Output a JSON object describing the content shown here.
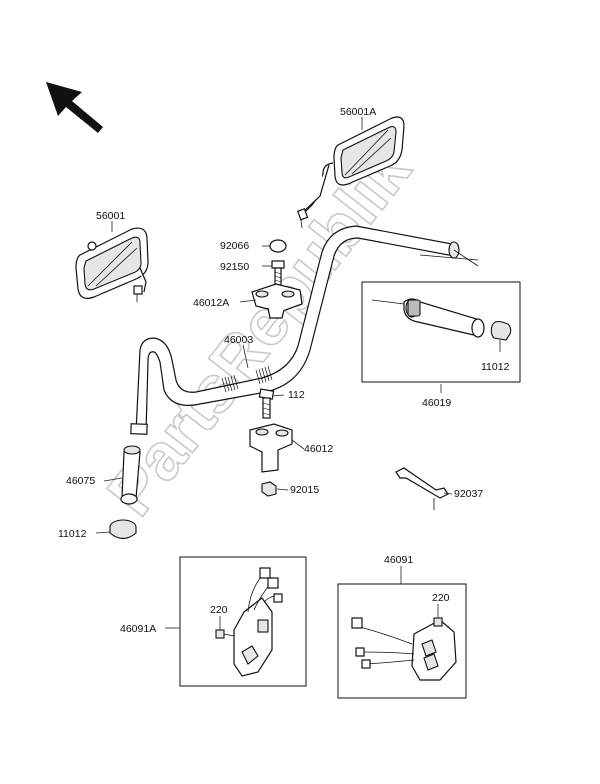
{
  "watermark": "PartsRepublik",
  "labels": {
    "mirror_right": "56001A",
    "mirror_left": "56001",
    "cap": "92066",
    "bolt_top": "92150",
    "holder_upper": "46012A",
    "handlebar": "46003",
    "bolt_lower": "112",
    "holder_lower": "46012",
    "nut": "92015",
    "grip_left": "46075",
    "weight_left": "11012",
    "weight_right": "11012",
    "grip_set": "46019",
    "bracket": "92037",
    "switch_right": "46091",
    "switch_left": "46091A",
    "screw_left": "220",
    "screw_right": "220"
  }
}
